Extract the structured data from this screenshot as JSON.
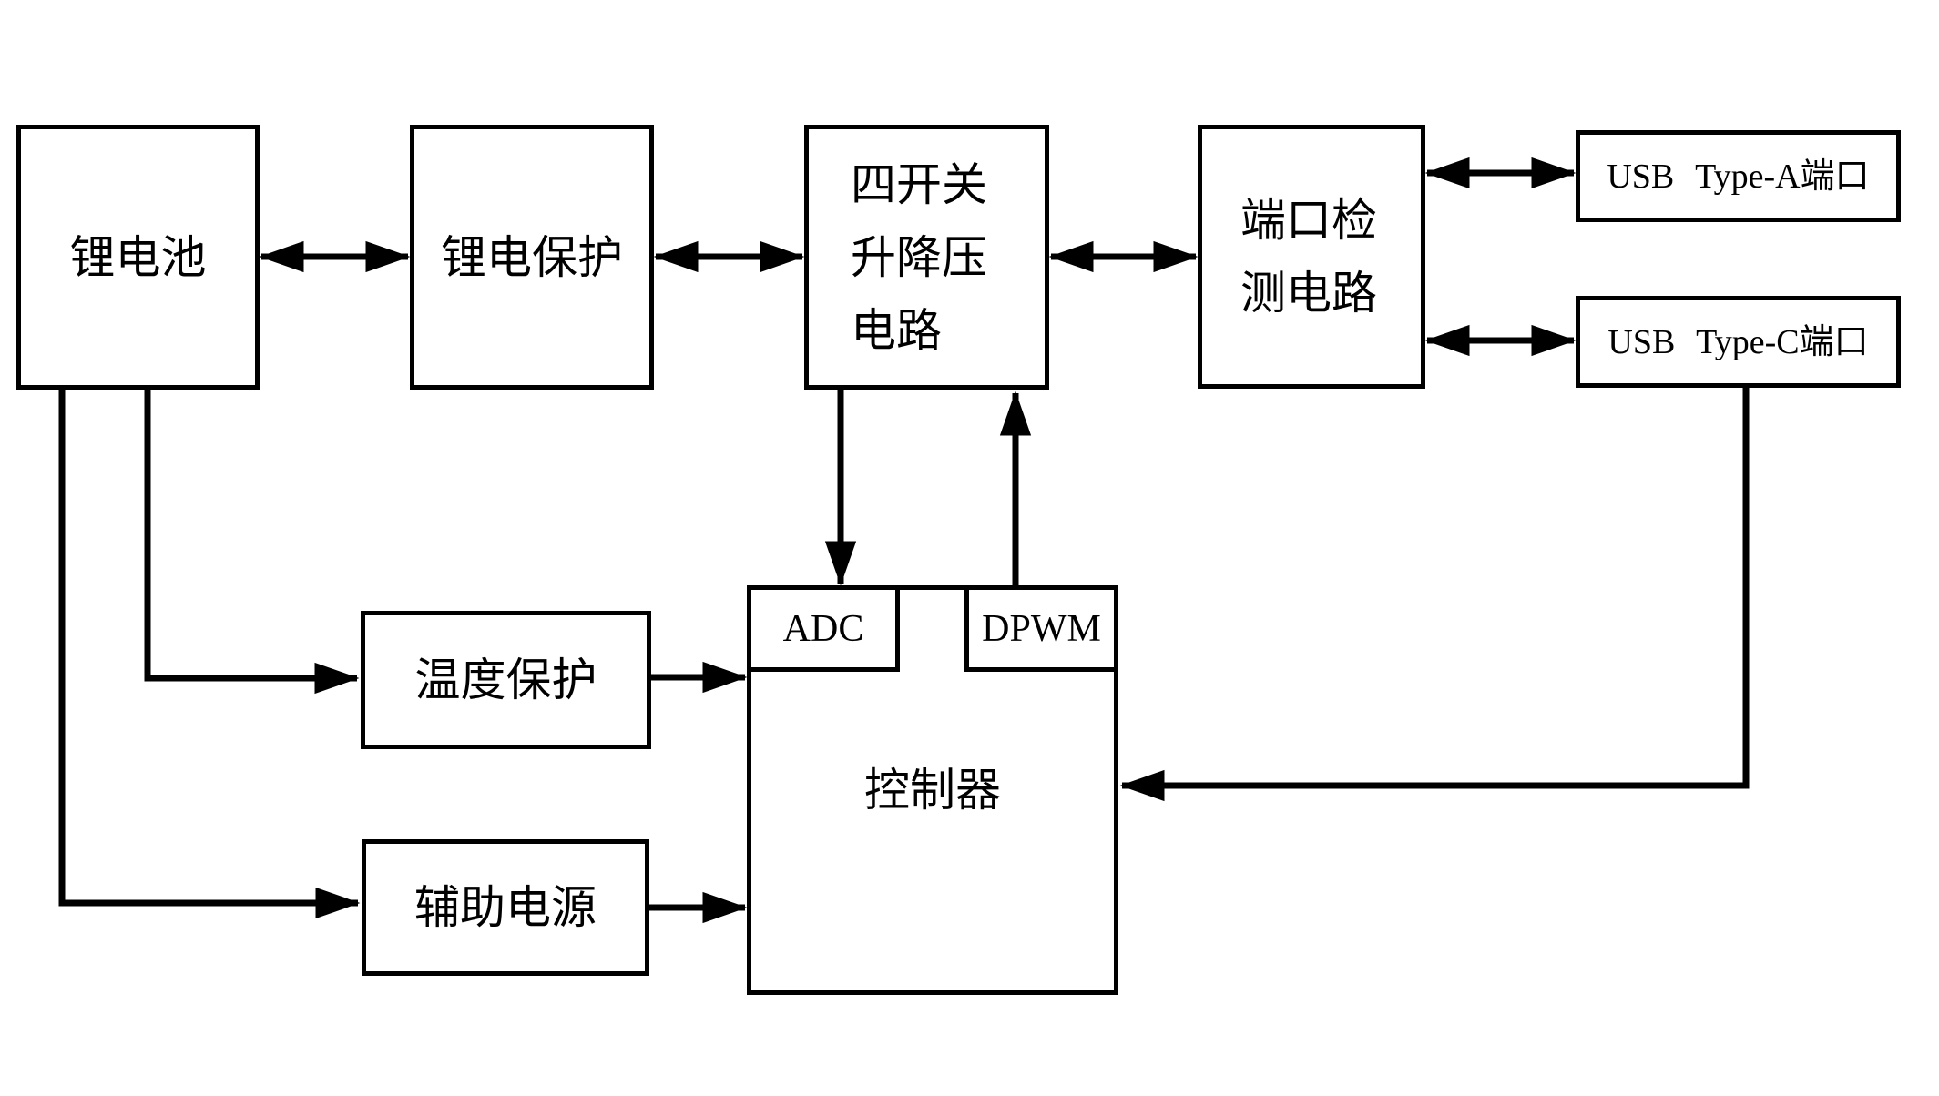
{
  "diagram": {
    "ink_color": "#000000",
    "background_color": "#ffffff",
    "boxes": {
      "battery": {
        "label": "锂电池"
      },
      "protection": {
        "label": "锂电保护"
      },
      "buck_boost": {
        "label": "四开关\n升降压\n电路"
      },
      "port_detect": {
        "label": "端口检\n测电路"
      },
      "usb_a": {
        "label": "USB Type-A端口"
      },
      "usb_c": {
        "label": "USB Type-C端口"
      },
      "temp": {
        "label": "温度保护"
      },
      "aux": {
        "label": "辅助电源"
      },
      "adc": {
        "label": "ADC"
      },
      "dpwm": {
        "label": "DPWM"
      },
      "controller": {
        "label": "控制器"
      }
    },
    "edges": [
      {
        "from": "锂电池",
        "to": "锂电保护",
        "direction": "bidirectional"
      },
      {
        "from": "锂电保护",
        "to": "四开关升降压电路",
        "direction": "bidirectional"
      },
      {
        "from": "四开关升降压电路",
        "to": "端口检测电路",
        "direction": "bidirectional"
      },
      {
        "from": "端口检测电路",
        "to": "USB Type-A端口",
        "direction": "bidirectional"
      },
      {
        "from": "端口检测电路",
        "to": "USB Type-C端口",
        "direction": "bidirectional"
      },
      {
        "from": "四开关升降压电路",
        "to": "ADC",
        "direction": "one-way"
      },
      {
        "from": "DPWM",
        "to": "四开关升降压电路",
        "direction": "one-way"
      },
      {
        "from": "锂电池",
        "to": "温度保护",
        "direction": "one-way"
      },
      {
        "from": "温度保护",
        "to": "控制器",
        "direction": "one-way"
      },
      {
        "from": "锂电池",
        "to": "辅助电源",
        "direction": "one-way"
      },
      {
        "from": "辅助电源",
        "to": "控制器",
        "direction": "one-way"
      },
      {
        "from": "USB Type-C端口",
        "to": "控制器",
        "direction": "one-way"
      }
    ]
  }
}
